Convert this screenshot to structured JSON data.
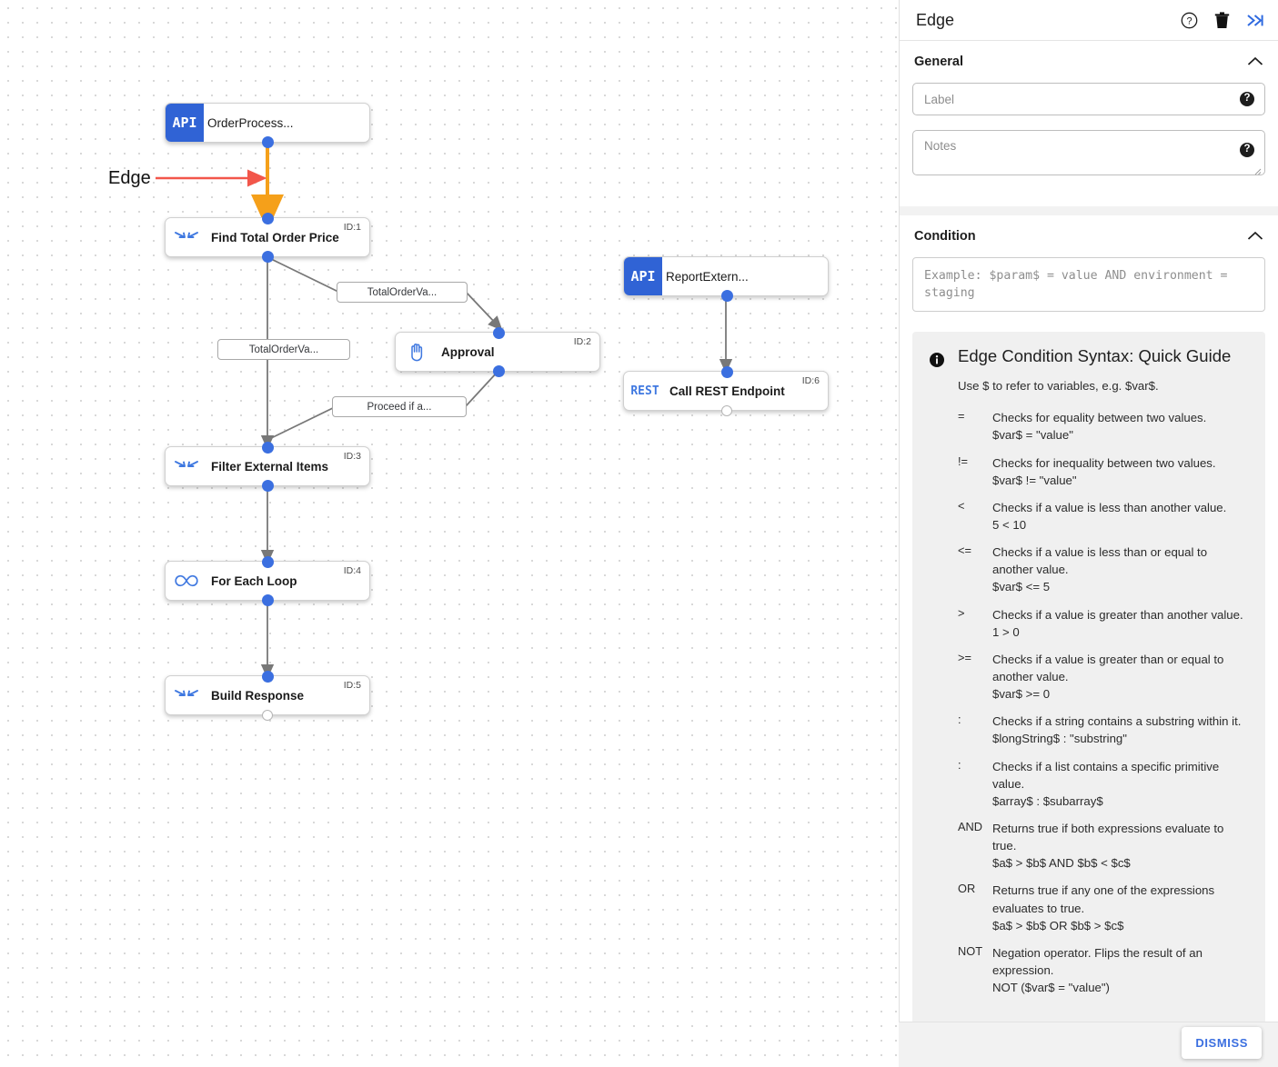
{
  "panel": {
    "title": "Edge",
    "icons": {
      "help": "help-circle-icon",
      "delete": "trash-icon",
      "collapse": "collapse-panel-icon"
    },
    "general": {
      "section_label": "General",
      "label_field": {
        "placeholder": "Label",
        "value": ""
      },
      "notes_field": {
        "placeholder": "Notes",
        "value": ""
      }
    },
    "condition": {
      "section_label": "Condition",
      "placeholder": "Example: $param$ = value AND environment = staging",
      "value": ""
    },
    "guide": {
      "title": "Edge Condition Syntax: Quick Guide",
      "intro": "Use $ to refer to variables, e.g. $var$.",
      "rows": [
        {
          "op": "=",
          "desc": "Checks for equality between two values.",
          "example": "$var$ = \"value\""
        },
        {
          "op": "!=",
          "desc": "Checks for inequality between two values.",
          "example": "$var$ != \"value\""
        },
        {
          "op": "<",
          "desc": "Checks if a value is less than another value.",
          "example": "5 < 10"
        },
        {
          "op": "<=",
          "desc": "Checks if a value is less than or equal to another value.",
          "example": "$var$ <= 5"
        },
        {
          "op": ">",
          "desc": "Checks if a value is greater than another value.",
          "example": "1 > 0"
        },
        {
          "op": ">=",
          "desc": "Checks if a value is greater than or equal to another value.",
          "example": "$var$ >= 0"
        },
        {
          "op": ":",
          "desc": "Checks if a string contains a substring within it.",
          "example": "$longString$ : \"substring\""
        },
        {
          "op": ":",
          "desc": "Checks if a list contains a specific primitive value.",
          "example": "$array$ : $subarray$"
        },
        {
          "op": "AND",
          "desc": "Returns true if both expressions evaluate to true.",
          "example": "$a$ > $b$ AND $b$ < $c$"
        },
        {
          "op": "OR",
          "desc": "Returns true if any one of the expressions evaluates to true.",
          "example": "$a$ > $b$ OR $b$ > $c$"
        },
        {
          "op": "NOT",
          "desc": "Negation operator. Flips the result of an expression.",
          "example": "NOT ($var$ = \"value\")"
        }
      ]
    },
    "dismiss_label": "DISMISS"
  },
  "canvas": {
    "annotation": {
      "label": "Edge",
      "arrow_color": "#f2564a"
    },
    "highlight_edge_color": "#f5a01a",
    "nodes": [
      {
        "key": "order_process",
        "label": "OrderProcess...",
        "badge": "API",
        "badge_kind": "api",
        "id": ""
      },
      {
        "key": "find_total",
        "label": "Find Total Order Price",
        "badge_kind": "merge",
        "id": "ID:1"
      },
      {
        "key": "approval",
        "label": "Approval",
        "badge_kind": "hand",
        "id": "ID:2"
      },
      {
        "key": "filter_ext",
        "label": "Filter External Items",
        "badge_kind": "merge",
        "id": "ID:3"
      },
      {
        "key": "for_each",
        "label": "For Each Loop",
        "badge_kind": "loop",
        "id": "ID:4"
      },
      {
        "key": "build_resp",
        "label": "Build Response",
        "badge_kind": "merge",
        "id": "ID:5"
      },
      {
        "key": "report_ext",
        "label": "ReportExtern...",
        "badge": "API",
        "badge_kind": "api",
        "id": ""
      },
      {
        "key": "call_rest",
        "label": "Call REST Endpoint",
        "badge": "REST",
        "badge_kind": "rest",
        "id": "ID:6"
      }
    ],
    "edge_labels": [
      {
        "key": "e1",
        "text": "TotalOrderVa..."
      },
      {
        "key": "e2",
        "text": "TotalOrderVa..."
      },
      {
        "key": "e3",
        "text": "Proceed if a..."
      }
    ]
  }
}
